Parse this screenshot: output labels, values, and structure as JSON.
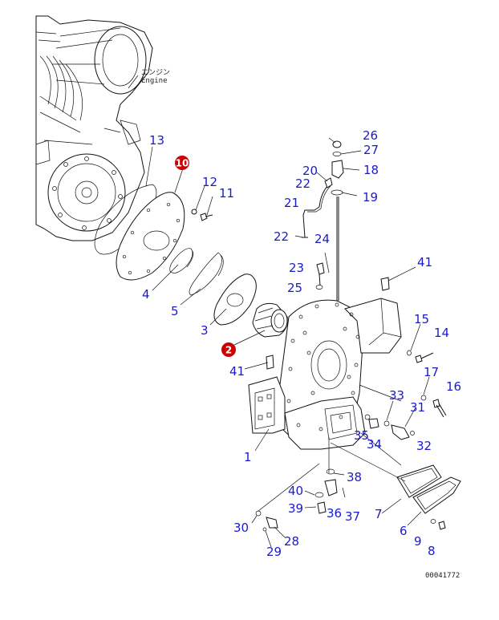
{
  "engine_label": {
    "jp": "エンジン",
    "en": "Engine"
  },
  "drawing_number": "00041772",
  "callouts": [
    {
      "id": "c10",
      "label": "10",
      "fill": "#cc0000"
    },
    {
      "id": "c2",
      "label": "2",
      "fill": "#cc0000"
    }
  ],
  "part_numbers": [
    {
      "id": "p26",
      "label": "26"
    },
    {
      "id": "p27",
      "label": "27"
    },
    {
      "id": "p18",
      "label": "18"
    },
    {
      "id": "p20",
      "label": "20"
    },
    {
      "id": "p22a",
      "label": "22"
    },
    {
      "id": "p19",
      "label": "19"
    },
    {
      "id": "p21",
      "label": "21"
    },
    {
      "id": "p22b",
      "label": "22"
    },
    {
      "id": "p24",
      "label": "24"
    },
    {
      "id": "p13",
      "label": "13"
    },
    {
      "id": "p12",
      "label": "12"
    },
    {
      "id": "p11",
      "label": "11"
    },
    {
      "id": "p41a",
      "label": "41"
    },
    {
      "id": "p23",
      "label": "23"
    },
    {
      "id": "p25",
      "label": "25"
    },
    {
      "id": "p4",
      "label": "4"
    },
    {
      "id": "p5",
      "label": "5"
    },
    {
      "id": "p3",
      "label": "3"
    },
    {
      "id": "p15",
      "label": "15"
    },
    {
      "id": "p14",
      "label": "14"
    },
    {
      "id": "p41b",
      "label": "41"
    },
    {
      "id": "p17",
      "label": "17"
    },
    {
      "id": "p16",
      "label": "16"
    },
    {
      "id": "p33",
      "label": "33"
    },
    {
      "id": "p31",
      "label": "31"
    },
    {
      "id": "p35",
      "label": "35"
    },
    {
      "id": "p34",
      "label": "34"
    },
    {
      "id": "p32",
      "label": "32"
    },
    {
      "id": "p1",
      "label": "1"
    },
    {
      "id": "p38",
      "label": "38"
    },
    {
      "id": "p40",
      "label": "40"
    },
    {
      "id": "p39",
      "label": "39"
    },
    {
      "id": "p36",
      "label": "36"
    },
    {
      "id": "p37",
      "label": "37"
    },
    {
      "id": "p7",
      "label": "7"
    },
    {
      "id": "p30",
      "label": "30"
    },
    {
      "id": "p28",
      "label": "28"
    },
    {
      "id": "p29",
      "label": "29"
    },
    {
      "id": "p6",
      "label": "6"
    },
    {
      "id": "p9",
      "label": "9"
    },
    {
      "id": "p8",
      "label": "8"
    }
  ]
}
